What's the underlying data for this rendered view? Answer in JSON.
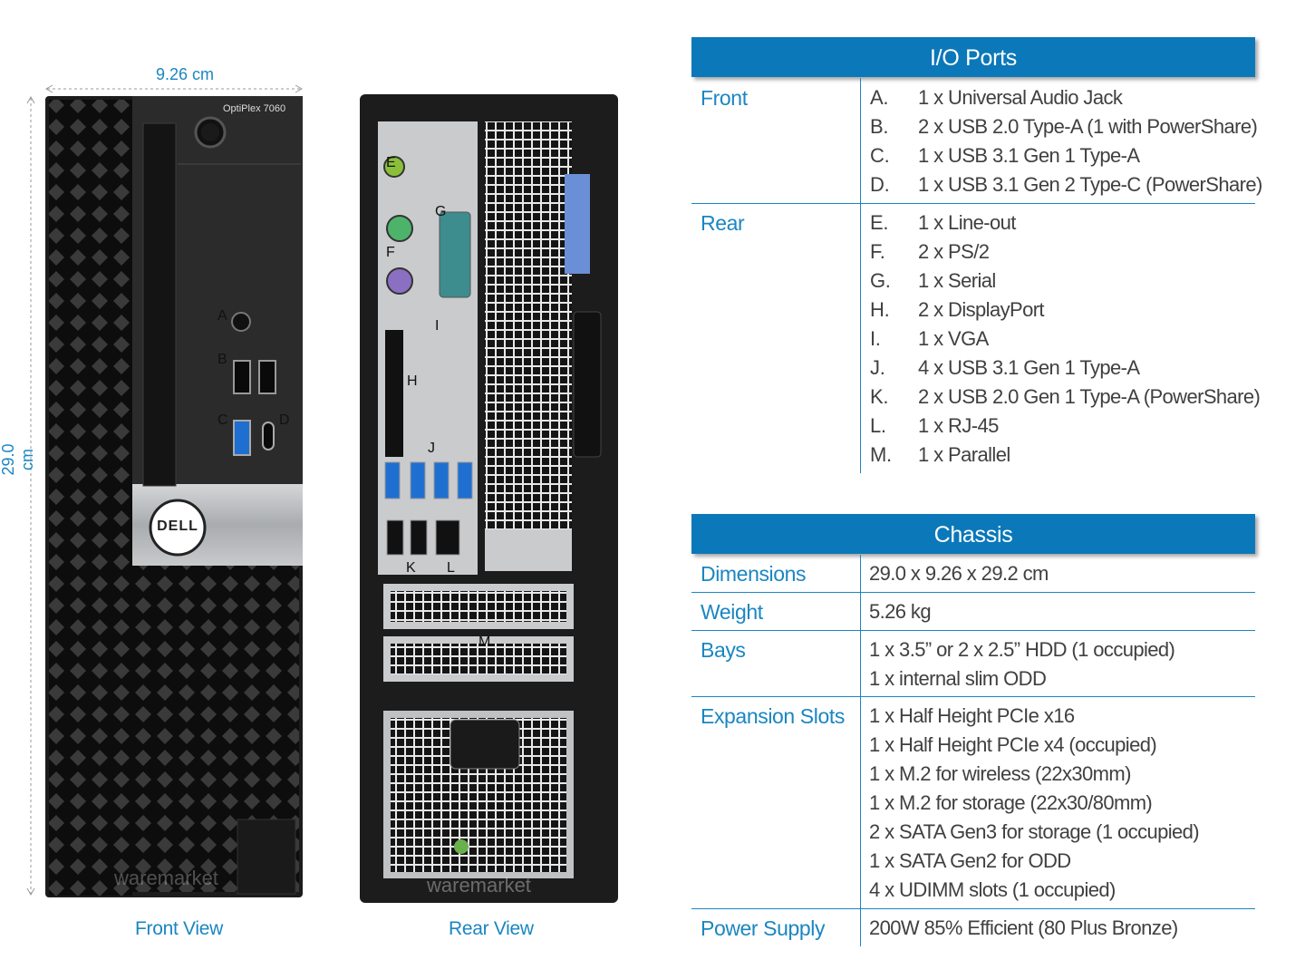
{
  "dimensions": {
    "width_label": "9.26 cm",
    "height_label": "29.0 cm"
  },
  "front": {
    "model": "OptiPlex 7060",
    "logo": "DELL",
    "watermark": "waremarket",
    "caption": "Front View",
    "markers": [
      "A",
      "B",
      "C",
      "D"
    ]
  },
  "rear": {
    "watermark": "waremarket",
    "caption": "Rear View",
    "markers": [
      "E",
      "G",
      "F",
      "I",
      "H",
      "J",
      "K",
      "L",
      "M"
    ]
  },
  "io_ports": {
    "title": "I/O Ports",
    "groups": [
      {
        "label": "Front",
        "items": [
          {
            "letter": "A.",
            "text": "1 x Universal Audio Jack"
          },
          {
            "letter": "B.",
            "text": "2 x USB 2.0 Type-A  (1 with PowerShare)"
          },
          {
            "letter": "C.",
            "text": "1 x USB 3.1 Gen 1 Type-A"
          },
          {
            "letter": "D.",
            "text": "1 x USB 3.1 Gen 2 Type-C (PowerShare)"
          }
        ]
      },
      {
        "label": "Rear",
        "items": [
          {
            "letter": "E.",
            "text": "1 x Line-out"
          },
          {
            "letter": "F.",
            "text": "2 x PS/2"
          },
          {
            "letter": "G.",
            "text": "1 x Serial"
          },
          {
            "letter": "H.",
            "text": "2 x DisplayPort"
          },
          {
            "letter": "I.",
            "text": "1 x VGA"
          },
          {
            "letter": "J.",
            "text": "4 x USB 3.1 Gen 1 Type-A"
          },
          {
            "letter": "K.",
            "text": "2 x USB 2.0 Gen 1 Type-A (PowerShare)"
          },
          {
            "letter": "L.",
            "text": "1 x RJ-45"
          },
          {
            "letter": "M.",
            "text": "1 x Parallel"
          }
        ]
      }
    ]
  },
  "chassis": {
    "title": "Chassis",
    "rows": [
      {
        "label": "Dimensions",
        "values": [
          "29.0 x 9.26 x 29.2 cm"
        ]
      },
      {
        "label": "Weight",
        "values": [
          "5.26 kg"
        ]
      },
      {
        "label": "Bays",
        "values": [
          "1 x 3.5” or 2 x 2.5” HDD (1 occupied)",
          "1 x internal slim ODD"
        ]
      },
      {
        "label": "Expansion Slots",
        "values": [
          "1 x Half Height PCIe x16",
          "1 x Half Height PCIe x4 (occupied)",
          "1 x M.2 for wireless (22x30mm)",
          "1 x M.2 for storage (22x30/80mm)",
          "2 x SATA Gen3 for storage (1 occupied)",
          "1 x SATA Gen2 for ODD",
          "4 x UDIMM slots (1 occupied)"
        ]
      },
      {
        "label": "Power Supply",
        "values": [
          "200W 85% Efficient (80 Plus Bronze)"
        ]
      }
    ]
  },
  "colors": {
    "accent": "#0b78b9",
    "label_blue": "#1a86c2",
    "text": "#404040",
    "case": "#1c1c1c",
    "silver": "#b4b6b8"
  }
}
